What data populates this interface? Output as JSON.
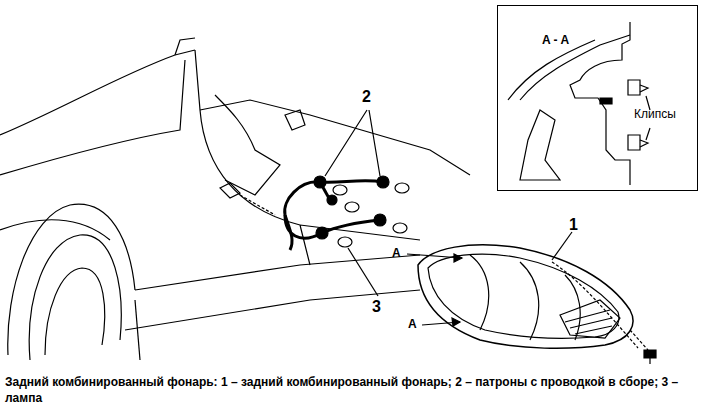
{
  "diagram": {
    "caption": "Задний комбинированный фонарь: 1 – задний комбинированный фонарь; 2 – патроны с проводкой в сборе; 3 – лампа",
    "nodes": [
      {
        "text": [
          "A - A",
          "Клипсы"
        ]
      }
    ],
    "labels": [
      "2",
      "1",
      "A",
      "3",
      "A"
    ]
  }
}
